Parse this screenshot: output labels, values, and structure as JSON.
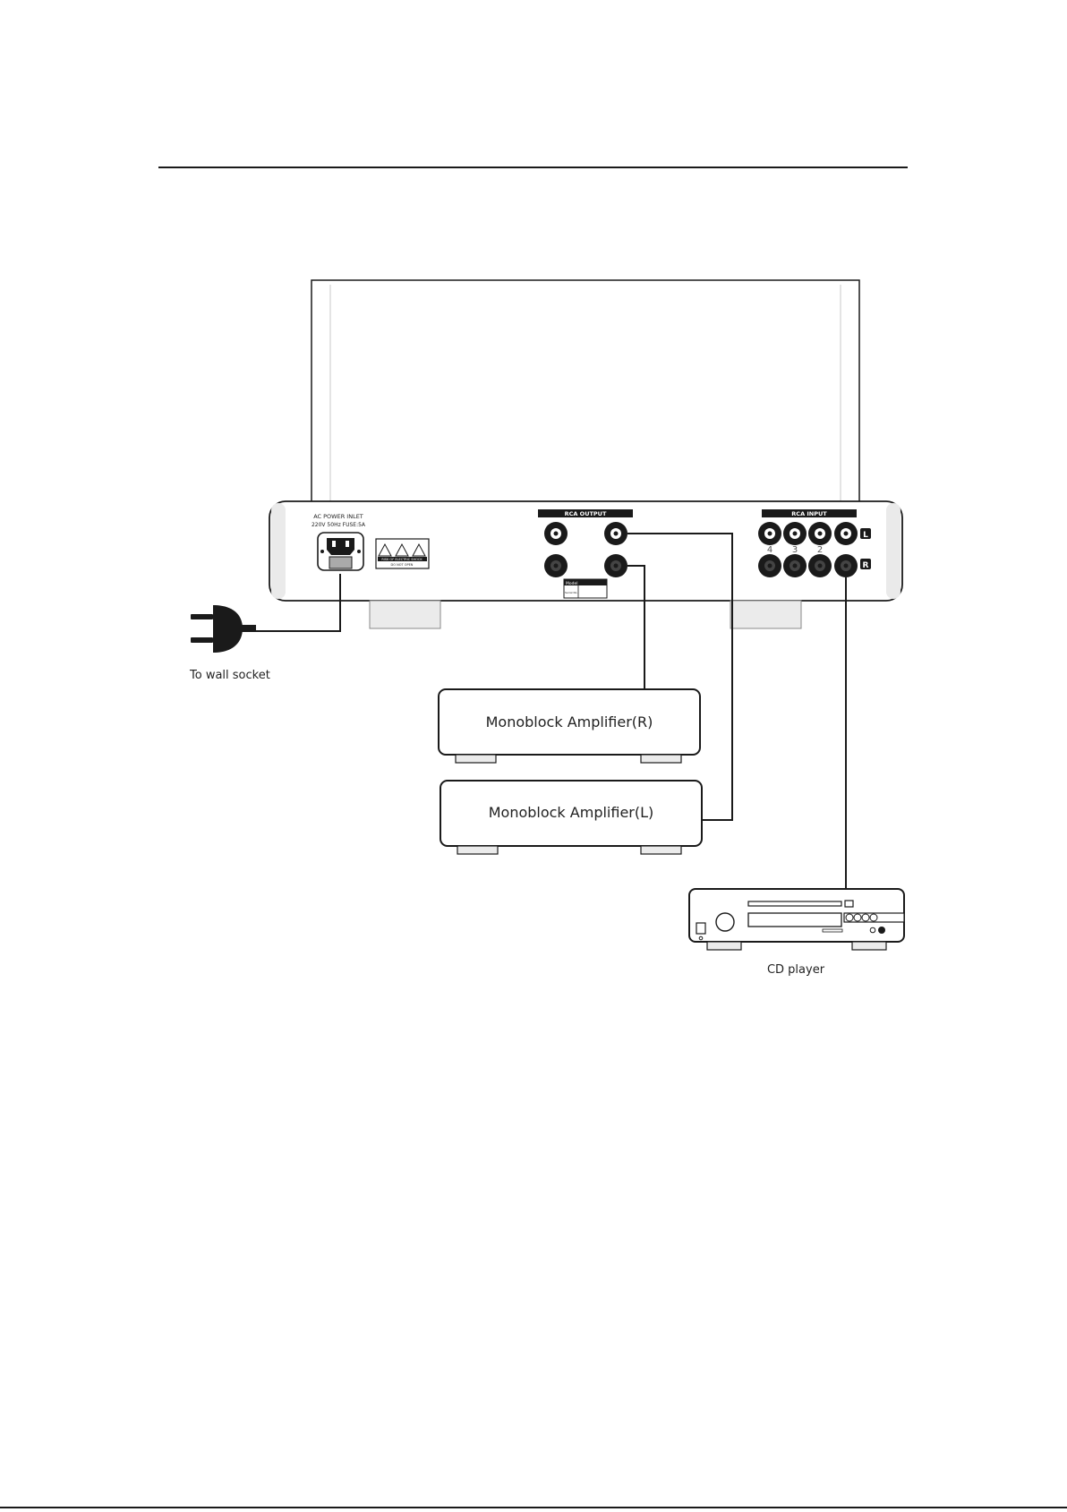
{
  "diagram": {
    "rear_panel": {
      "ac_inlet_title": "AC POWER INLET",
      "ac_inlet_rating": "220V 50Hz FUSE:5A",
      "warning_text_1": "RISK OF ELECTRIC SHOCK",
      "warning_text_2": "DO NOT OPEN",
      "rca_output_label": "RCA OUTPUT",
      "rca_input_label": "RCA INPUT",
      "input_numbers": [
        "4",
        "3",
        "2"
      ],
      "left_channel_tag": "L",
      "right_channel_tag": "R",
      "model_label": "Model",
      "serial_label": "Serial No."
    },
    "plug_label": "To wall socket",
    "amp_right_label": "Monoblock Amplifier(R)",
    "amp_left_label": "Monoblock Amplifier(L)",
    "cd_player_label": "CD player",
    "colors": {
      "line": "#1a1a1a",
      "panel_fill": "#ffffff",
      "foot_fill": "#ebebeb",
      "header_fill": "#1a1a1a"
    }
  }
}
